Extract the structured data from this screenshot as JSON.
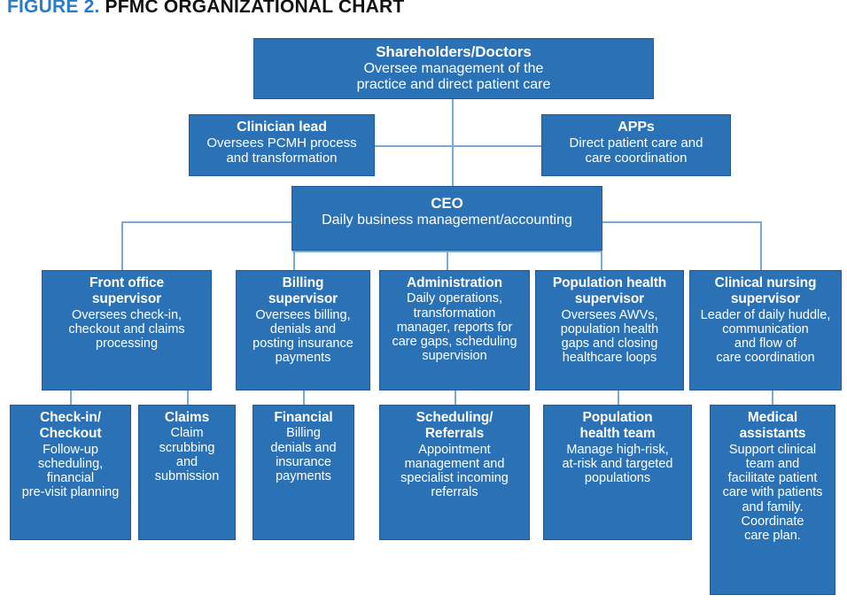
{
  "title": {
    "figure_label": "FIGURE 2.",
    "main": "PFMC ORGANIZATIONAL CHART",
    "figure_color": "#2a7cc7",
    "main_color": "#111111"
  },
  "colors": {
    "box_fill": "#2a72b5",
    "box_border": "#1d5c99",
    "connector": "#7aa9d4",
    "box_text": "#ffffff",
    "background": "#ffffff"
  },
  "chart_data": {
    "type": "diagram",
    "diagram_kind": "organizational-chart",
    "title": "PFMC ORGANIZATIONAL CHART",
    "levels": 4,
    "node_count": 14,
    "nodes": [
      {
        "id": "shareholders",
        "level": 0,
        "title": "Shareholders/Doctors",
        "desc": "Oversee management of the practice and direct patient care",
        "parent": null
      },
      {
        "id": "clinician-lead",
        "level": 1,
        "title": "Clinician lead",
        "desc": "Oversees PCMH process and transformation",
        "parent": "shareholders"
      },
      {
        "id": "apps",
        "level": 1,
        "title": "APPs",
        "desc": "Direct patient care and care coordination",
        "parent": "shareholders"
      },
      {
        "id": "ceo",
        "level": 2,
        "title": "CEO",
        "desc": "Daily business management/accounting",
        "parent": "shareholders"
      },
      {
        "id": "front-office-supervisor",
        "level": 3,
        "title": "Front office supervisor",
        "desc": "Oversees check-in, checkout and claims processing",
        "parent": "ceo"
      },
      {
        "id": "billing-supervisor",
        "level": 3,
        "title": "Billing supervisor",
        "desc": "Oversees billing, denials and posting insurance payments",
        "parent": "ceo"
      },
      {
        "id": "administration",
        "level": 3,
        "title": "Administration",
        "desc": "Daily operations, transformation manager, reports for care gaps, scheduling supervision",
        "parent": "ceo"
      },
      {
        "id": "population-health-supervisor",
        "level": 3,
        "title": "Population health supervisor",
        "desc": "Oversees AWVs, population health gaps and closing healthcare loops",
        "parent": "ceo"
      },
      {
        "id": "clinical-nursing-supervisor",
        "level": 3,
        "title": "Clinical nursing supervisor",
        "desc": "Leader of daily huddle, communication and flow of care coordination",
        "parent": "ceo"
      },
      {
        "id": "check-in-checkout",
        "level": 4,
        "title": "Check-in/ Checkout",
        "desc": "Follow-up scheduling, financial pre-visit planning",
        "parent": "front-office-supervisor"
      },
      {
        "id": "claims",
        "level": 4,
        "title": "Claims",
        "desc": "Claim scrubbing and submission",
        "parent": "front-office-supervisor"
      },
      {
        "id": "financial",
        "level": 4,
        "title": "Financial",
        "desc": "Billing denials and insurance payments",
        "parent": "billing-supervisor"
      },
      {
        "id": "scheduling-referrals",
        "level": 4,
        "title": "Scheduling/ Referrals",
        "desc": "Appointment management and specialist incoming referrals",
        "parent": "administration"
      },
      {
        "id": "population-health-team",
        "level": 4,
        "title": "Population health team",
        "desc": "Manage high-risk, at-risk and targeted populations",
        "parent": "population-health-supervisor"
      },
      {
        "id": "medical-assistants",
        "level": 4,
        "title": "Medical assistants",
        "desc": "Support clinical team and facilitate patient care with patients and family. Coordinate care plan.",
        "parent": "clinical-nursing-supervisor"
      }
    ]
  },
  "nodes": {
    "shareholders": {
      "title": "Shareholders/Doctors",
      "line1": "Oversee management of the",
      "line2": "practice and direct patient care"
    },
    "clinician_lead": {
      "title": "Clinician lead",
      "line1": "Oversees PCMH process",
      "line2": "and transformation"
    },
    "apps": {
      "title": "APPs",
      "line1": "Direct patient care and",
      "line2": "care coordination"
    },
    "ceo": {
      "title": "CEO",
      "line1": "Daily business management/accounting"
    },
    "front_office_supervisor": {
      "title_line1": "Front office",
      "title_line2": "supervisor",
      "line1": "Oversees check-in,",
      "line2": "checkout and claims",
      "line3": "processing"
    },
    "billing_supervisor": {
      "title_line1": "Billing",
      "title_line2": "supervisor",
      "line1": "Oversees billing,",
      "line2": "denials and",
      "line3": "posting insurance",
      "line4": "payments"
    },
    "administration": {
      "title": "Administration",
      "line1": "Daily operations,",
      "line2": "transformation",
      "line3": "manager, reports for",
      "line4": "care gaps, scheduling",
      "line5": "supervision"
    },
    "population_health_supervisor": {
      "title_line1": "Population health",
      "title_line2": "supervisor",
      "line1": "Oversees AWVs,",
      "line2": "population health",
      "line3": "gaps and closing",
      "line4": "healthcare loops"
    },
    "clinical_nursing_supervisor": {
      "title_line1": "Clinical nursing",
      "title_line2": "supervisor",
      "line1": "Leader of daily huddle,",
      "line2": "communication",
      "line3": "and flow of",
      "line4": "care coordination"
    },
    "check_in_checkout": {
      "title_line1": "Check-in/",
      "title_line2": "Checkout",
      "line1": "Follow-up",
      "line2": "scheduling,",
      "line3": "financial",
      "line4": "pre-visit planning"
    },
    "claims": {
      "title": "Claims",
      "line1": "Claim",
      "line2": "scrubbing",
      "line3": "and",
      "line4": "submission"
    },
    "financial": {
      "title": "Financial",
      "line1": "Billing",
      "line2": "denials and",
      "line3": "insurance",
      "line4": "payments"
    },
    "scheduling_referrals": {
      "title_line1": "Scheduling/",
      "title_line2": "Referrals",
      "line1": "Appointment",
      "line2": "management and",
      "line3": "specialist incoming",
      "line4": "referrals"
    },
    "population_health_team": {
      "title_line1": "Population",
      "title_line2": "health team",
      "line1": "Manage high-risk,",
      "line2": "at-risk and targeted",
      "line3": "populations"
    },
    "medical_assistants": {
      "title_line1": "Medical",
      "title_line2": "assistants",
      "line1": "Support clinical",
      "line2": "team and",
      "line3": "facilitate patient",
      "line4": "care with patients",
      "line5": "and family.",
      "line6": "Coordinate",
      "line7": "care plan."
    }
  }
}
